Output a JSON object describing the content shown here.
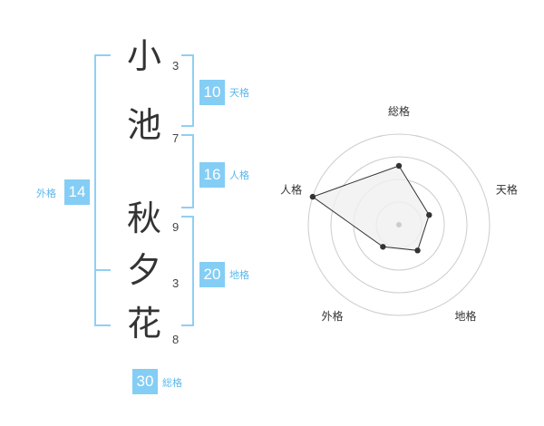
{
  "name": {
    "chars": [
      {
        "char": "小",
        "strokes": "3"
      },
      {
        "char": "池",
        "strokes": "7"
      },
      {
        "char": "秋",
        "strokes": "9"
      },
      {
        "char": "夕",
        "strokes": "3"
      },
      {
        "char": "花",
        "strokes": "8"
      }
    ]
  },
  "fortunes": {
    "tenkaku": {
      "value": "10",
      "label": "天格"
    },
    "jinkaku": {
      "value": "16",
      "label": "人格"
    },
    "chikaku": {
      "value": "20",
      "label": "地格"
    },
    "gaikaku": {
      "value": "14",
      "label": "外格"
    },
    "soukaku": {
      "value": "30",
      "label": "総格"
    }
  },
  "chart_data": {
    "type": "radar",
    "axes": [
      "総格",
      "天格",
      "地格",
      "外格",
      "人格"
    ],
    "values": [
      0.65,
      0.35,
      0.35,
      0.3,
      1.0
    ],
    "rings": 4,
    "colors": {
      "fill": "#f0f0f0",
      "stroke": "#333333",
      "ring": "#cccccc",
      "center": "#cccccc"
    }
  },
  "colors": {
    "accent": "#84cdf5",
    "bracket": "#8fd0f3",
    "label": "#5bb8ec"
  }
}
